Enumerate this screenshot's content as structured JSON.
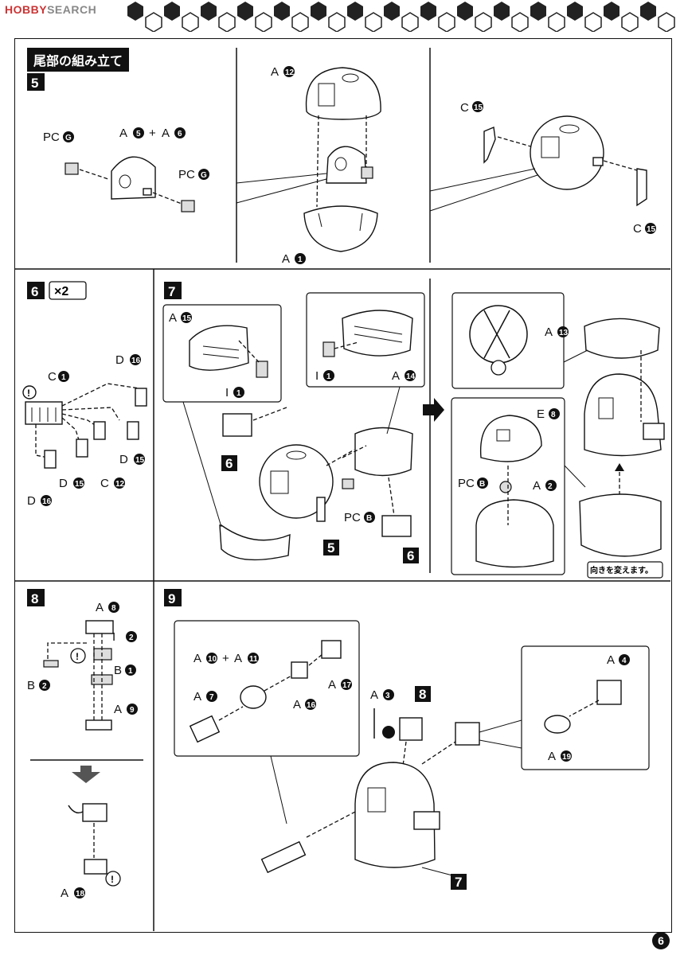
{
  "header": {
    "logo_red": "HOBBY",
    "logo_gray": "SEARCH"
  },
  "section_title": "尾部の組み立て",
  "page_number": "6",
  "steps": [
    {
      "number": "5"
    },
    {
      "number": "6",
      "multiplier": "×2"
    },
    {
      "number": "7"
    },
    {
      "number": "8"
    },
    {
      "number": "9"
    }
  ],
  "step5_labels": {
    "pcg_a": "PC",
    "pcg_a_id": "G",
    "a5a6": "A",
    "a5": "5",
    "plus": "+",
    "a6_prefix": "A",
    "a6": "6",
    "pcg_b": "PC",
    "pcg_b_id": "G",
    "a12_prefix": "A",
    "a12": "12",
    "a1_prefix": "A",
    "a1": "1",
    "c15a_prefix": "C",
    "c15a": "15",
    "c15b_prefix": "C",
    "c15b": "15"
  },
  "step6_labels": {
    "c1_prefix": "C",
    "c1": "1",
    "d16a_prefix": "D",
    "d16a": "16",
    "d15a_prefix": "D",
    "d15a": "15",
    "d15b_prefix": "D",
    "d15b": "15",
    "c12_prefix": "C",
    "c12": "12",
    "d16b_prefix": "D",
    "d16b": "16"
  },
  "step7_labels": {
    "a15_prefix": "A",
    "a15": "15",
    "i1a_prefix": "I",
    "i1a": "1",
    "i1b_prefix": "I",
    "i1b": "1",
    "a14_prefix": "A",
    "a14": "14",
    "ref6a": "6",
    "ref5": "5",
    "pcb_prefix": "PC",
    "pcb": "B",
    "ref6b": "6",
    "a13_prefix": "A",
    "a13": "13",
    "e8_prefix": "E",
    "e8": "8",
    "pcb2_prefix": "PC",
    "pcb2": "B",
    "a2_prefix": "A",
    "a2": "2",
    "turn_note": "向きを変えます。"
  },
  "step8_labels": {
    "a8_prefix": "A",
    "a8": "8",
    "i2_prefix": "I",
    "i2": "2",
    "b1_prefix": "B",
    "b1": "1",
    "b2_prefix": "B",
    "b2": "2",
    "a9_prefix": "A",
    "a9": "9",
    "a18_prefix": "A",
    "a18": "18"
  },
  "step9_labels": {
    "a10_prefix": "A",
    "a10": "10",
    "plus": "+",
    "a11_prefix": "A",
    "a11": "11",
    "a7_prefix": "A",
    "a7": "7",
    "a16_prefix": "A",
    "a16": "16",
    "a17_prefix": "A",
    "a17": "17",
    "a3_prefix": "A",
    "a3": "3",
    "ref8": "8",
    "a4_prefix": "A",
    "a4": "4",
    "a19_prefix": "A",
    "a19": "19",
    "ref7": "7"
  },
  "caution_mark": "!"
}
